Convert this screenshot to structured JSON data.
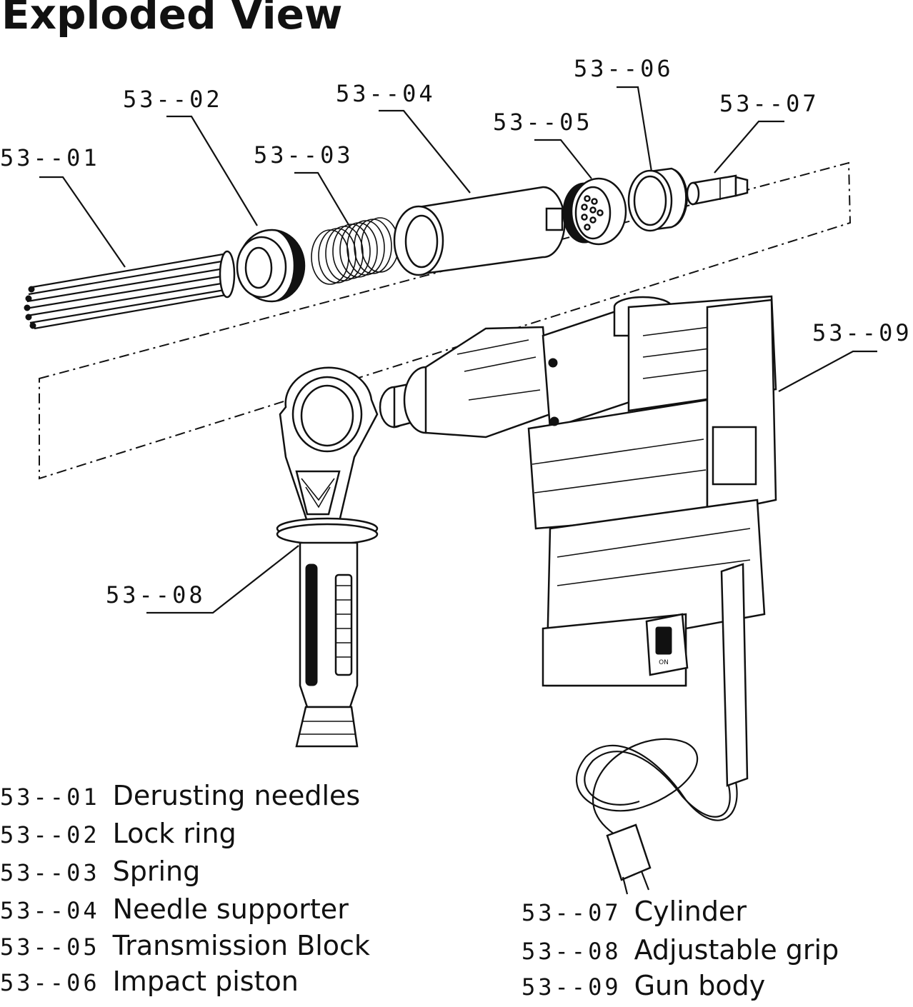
{
  "title": "Exploded View",
  "callouts": {
    "c01": "53--01",
    "c02": "53--02",
    "c03": "53--03",
    "c04": "53--04",
    "c05": "53--05",
    "c06": "53--06",
    "c07": "53--07",
    "c08": "53--08",
    "c09": "53--09"
  },
  "legend": [
    {
      "code": "53--01",
      "name": "Derusting needles"
    },
    {
      "code": "53--02",
      "name": "Lock ring"
    },
    {
      "code": "53--03",
      "name": "Spring"
    },
    {
      "code": "53--04",
      "name": "Needle supporter"
    },
    {
      "code": "53--05",
      "name": "Transmission Block"
    },
    {
      "code": "53--06",
      "name": "Impact piston"
    },
    {
      "code": "53--07",
      "name": "Cylinder"
    },
    {
      "code": "53--08",
      "name": "Adjustable grip"
    },
    {
      "code": "53--09",
      "name": "Gun body"
    }
  ],
  "switch_label": "ON"
}
